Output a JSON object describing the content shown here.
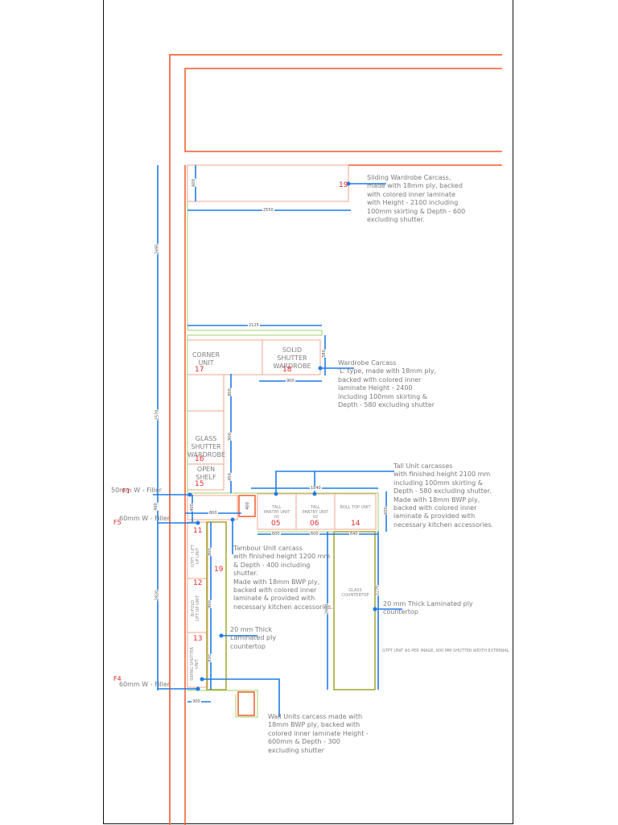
{
  "drawing": {
    "title": "Kitchen and Wardrobe Layout Plan",
    "colors": {
      "wall": "#f05a28",
      "carcass": "#f4a58c",
      "dimension": "#1f7be8",
      "countertop": "#a3a32a",
      "green_outline": "#9ed36a",
      "label": "#7f7f7f",
      "unit_number": "#e8272a"
    }
  },
  "units": {
    "u19_top": {
      "number": "19"
    },
    "u17": {
      "label": "CORNER\nUNIT",
      "number": "17"
    },
    "u18": {
      "label": "SOLID\nSHUTTER\nWARDROBE",
      "number": "18"
    },
    "u16": {
      "label": "GLASS\nSHUTTER\nWARDROBE",
      "number": "16"
    },
    "u15": {
      "label": "OPEN\nSHELF",
      "number": "15"
    },
    "u05": {
      "label": "TALL\nPANTRY UNIT\n01",
      "number": "05"
    },
    "u06": {
      "label": "TALL\nPANTRY UNIT\n02",
      "number": "06"
    },
    "u14": {
      "label": "ROLL TOP UNIT",
      "number": "14"
    },
    "u11": {
      "label": "GTPT - LIFT\nUP UNIT",
      "number": "11"
    },
    "u12": {
      "label": "BI-FOLD\nLIFT UP UNIT",
      "number": "12"
    },
    "u13": {
      "label": "SWING SHUTTER\nUNIT",
      "number": "13"
    },
    "u19_counter": {
      "number": "19"
    },
    "glass_countertop": {
      "label": "GLASS\nCOUNTERTOP"
    }
  },
  "dimensions": {
    "d600_top": "600",
    "d2550": "2550",
    "d2695": "2695",
    "d2125": "2125",
    "d580": "580",
    "d900_wardrobe": "900",
    "d2570": "2570",
    "d800_a": "800",
    "d900_b": "900",
    "d450": "450",
    "d1840": "1840",
    "d400_a": "400",
    "d400_b": "400",
    "d400_c": "400",
    "d800_tambour": "800",
    "d600_tall": "600",
    "d600_p1": "600",
    "d600_p2": "600",
    "d640": "640",
    "d2820": "2820",
    "d900_11": "900",
    "d900_12": "900",
    "d930": "930",
    "d300": "300",
    "d2670_a": "2670",
    "d3270": "3270"
  },
  "fillers": {
    "f1": {
      "tag": "F1",
      "text": "50mm W - Filler"
    },
    "f5": {
      "tag": "F5",
      "text": "60mm W - Filler"
    },
    "f4": {
      "tag": "F4",
      "text": "60mm W - Filler"
    }
  },
  "notes": {
    "sliding_wardrobe": "Sliding Wardrobe Carcass,\nmade with 18mm ply, backed\nwith colored inner laminate\nwith Height - 2100 including\n100mm skirting & Depth - 600\nexcluding shutter.",
    "wardrobe_carcass": "Wardrobe Carcass\n'L' type, made with 18mm ply,\nbacked with colored inner\nlaminate Height - 2400\nincluding 100mm skirting &\nDepth - 580 excluding shutter",
    "tall_unit": "Tall Unit carcasses\nwith finished height 2100 mm\nincluding 100mm skirting &\nDepth - 580 excluding shutter.\nMade with 18mm BWP ply,\nbacked with colored inner\nlaminate & provided with\nnecessary kitchen accessories.",
    "tambour_unit": "Tambour Unit carcass\nwith finished height 1200 mm\n& Depth - 400 including\nshutter.\nMade with 18mm BWP ply,\nbacked with colored inner\nlaminate & provided with\nnecessary kitchen accessories.",
    "countertop_left": "20 mm Thick\nLaminated ply\ncountertop",
    "countertop_right": "20 mm Thick Laminated ply\ncountertop",
    "gtpt_note": "GTPT UNIT AS PER IMAGE, 900 MM SHUTTER WIDTH EXTERNAL",
    "wall_units": "Wall Units carcass made with\n18mm BWP ply, backed with\ncolored inner laminate Height -\n600mm & Depth - 300\nexcluding shutter"
  }
}
